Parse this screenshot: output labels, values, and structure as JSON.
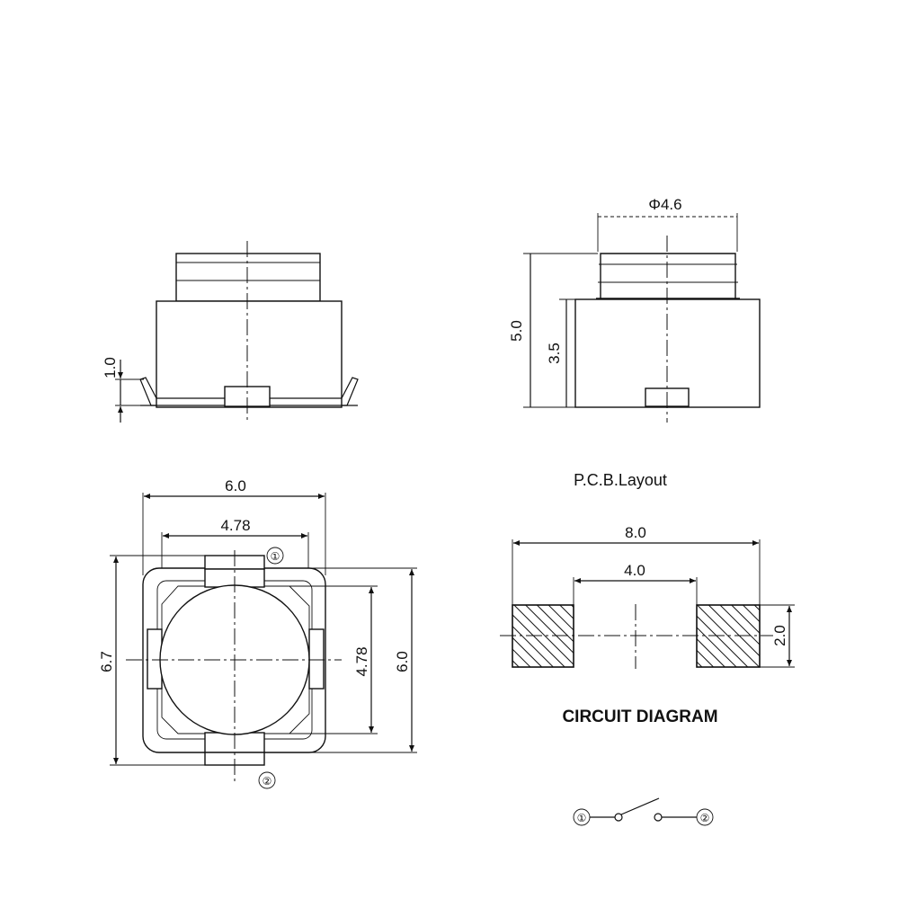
{
  "side_view": {
    "dim_height_pin": "1.0"
  },
  "front_view": {
    "dim_diameter": "Φ4.6",
    "dim_total_height": "5.0",
    "dim_body_height": "3.5"
  },
  "top_view": {
    "dim_width_outer": "6.0",
    "dim_width_cap": "4.78",
    "dim_height_total": "6.7",
    "dim_height_cap": "4.78",
    "dim_height_body": "6.0",
    "terminal_1": "①",
    "terminal_2": "②"
  },
  "pcb_layout": {
    "title": "P.C.B.Layout",
    "dim_outer": "8.0",
    "dim_inner": "4.0",
    "dim_pad": "2.0"
  },
  "circuit_diagram": {
    "title": "CIRCUIT DIAGRAM",
    "terminal_1": "①",
    "terminal_2": "②"
  }
}
